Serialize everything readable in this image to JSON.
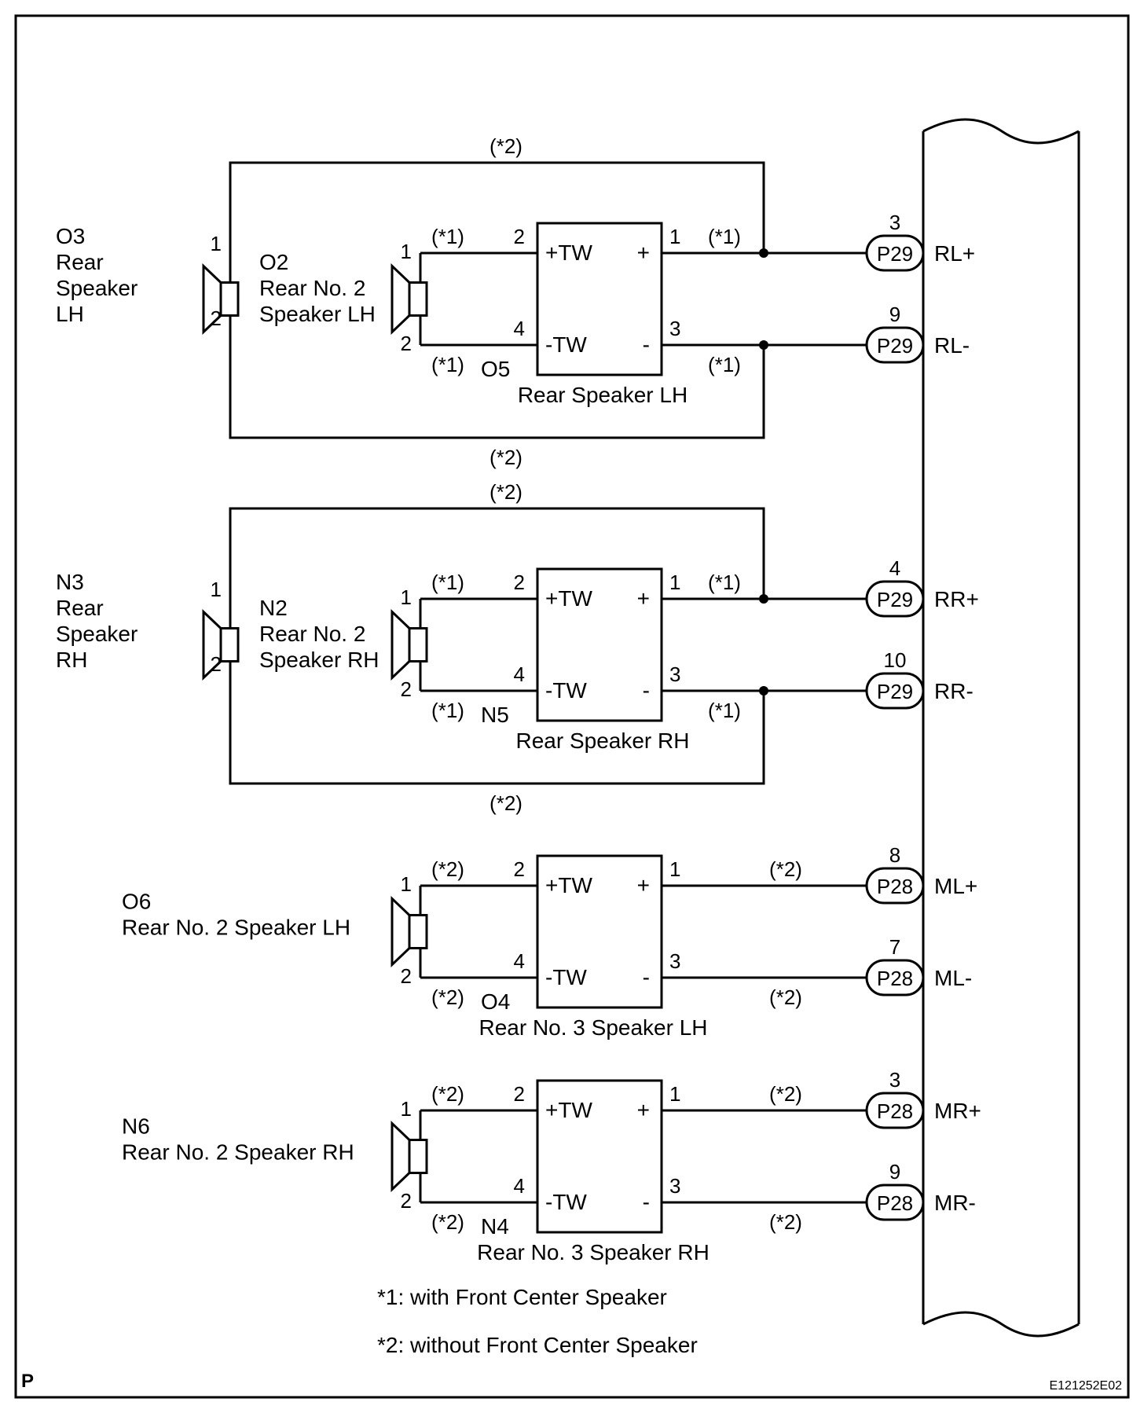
{
  "corner_label": "P",
  "figure_code": "E121252E02",
  "footnotes": [
    "*1: with Front Center Speaker",
    "*2: without Front Center Speaker"
  ],
  "groups": [
    {
      "woofer": {
        "code": "O3",
        "lines": [
          "Rear",
          "Speaker",
          "LH"
        ],
        "pin_a": "1",
        "pin_b": "2"
      },
      "tweeter": {
        "code": "O2",
        "lines": [
          "Rear No. 2",
          "Speaker LH"
        ],
        "pin_a": "1",
        "pin_b": "2"
      },
      "box": {
        "code": "O5",
        "name": "Rear Speaker LH",
        "in_plus": "+TW",
        "in_minus": "-TW",
        "out_plus": "+",
        "out_minus": "-",
        "pin_in_plus": "2",
        "pin_in_minus": "4",
        "pin_out_plus": "1",
        "pin_out_minus": "3"
      },
      "notes": {
        "bypass_top": "(*2)",
        "bypass_bottom": "(*2)",
        "left_top": "(*1)",
        "left_bottom": "(*1)",
        "right_top": "(*1)",
        "right_bottom": "(*1)"
      },
      "terminals": [
        {
          "pin": "3",
          "connector": "P29",
          "signal": "RL+"
        },
        {
          "pin": "9",
          "connector": "P29",
          "signal": "RL-"
        }
      ]
    },
    {
      "woofer": {
        "code": "N3",
        "lines": [
          "Rear",
          "Speaker",
          "RH"
        ],
        "pin_a": "1",
        "pin_b": "2"
      },
      "tweeter": {
        "code": "N2",
        "lines": [
          "Rear No. 2",
          "Speaker RH"
        ],
        "pin_a": "1",
        "pin_b": "2"
      },
      "box": {
        "code": "N5",
        "name": "Rear Speaker RH",
        "in_plus": "+TW",
        "in_minus": "-TW",
        "out_plus": "+",
        "out_minus": "-",
        "pin_in_plus": "2",
        "pin_in_minus": "4",
        "pin_out_plus": "1",
        "pin_out_minus": "3"
      },
      "notes": {
        "bypass_top": "(*2)",
        "bypass_bottom": "(*2)",
        "left_top": "(*1)",
        "left_bottom": "(*1)",
        "right_top": "(*1)",
        "right_bottom": "(*1)"
      },
      "terminals": [
        {
          "pin": "4",
          "connector": "P29",
          "signal": "RR+"
        },
        {
          "pin": "10",
          "connector": "P29",
          "signal": "RR-"
        }
      ]
    },
    {
      "tweeter": {
        "code": "O6",
        "title": "Rear No. 2 Speaker LH",
        "pin_a": "1",
        "pin_b": "2"
      },
      "box": {
        "code": "O4",
        "name": "Rear No. 3 Speaker LH",
        "in_plus": "+TW",
        "in_minus": "-TW",
        "out_plus": "+",
        "out_minus": "-",
        "pin_in_plus": "2",
        "pin_in_minus": "4",
        "pin_out_plus": "1",
        "pin_out_minus": "3"
      },
      "notes": {
        "left_top": "(*2)",
        "left_bottom": "(*2)",
        "right_top": "(*2)",
        "right_bottom": "(*2)"
      },
      "terminals": [
        {
          "pin": "8",
          "connector": "P28",
          "signal": "ML+"
        },
        {
          "pin": "7",
          "connector": "P28",
          "signal": "ML-"
        }
      ]
    },
    {
      "tweeter": {
        "code": "N6",
        "title": "Rear No. 2 Speaker RH",
        "pin_a": "1",
        "pin_b": "2"
      },
      "box": {
        "code": "N4",
        "name": "Rear No. 3 Speaker RH",
        "in_plus": "+TW",
        "in_minus": "-TW",
        "out_plus": "+",
        "out_minus": "-",
        "pin_in_plus": "2",
        "pin_in_minus": "4",
        "pin_out_plus": "1",
        "pin_out_minus": "3"
      },
      "notes": {
        "left_top": "(*2)",
        "left_bottom": "(*2)",
        "right_top": "(*2)",
        "right_bottom": "(*2)"
      },
      "terminals": [
        {
          "pin": "3",
          "connector": "P28",
          "signal": "MR+"
        },
        {
          "pin": "9",
          "connector": "P28",
          "signal": "MR-"
        }
      ]
    }
  ]
}
